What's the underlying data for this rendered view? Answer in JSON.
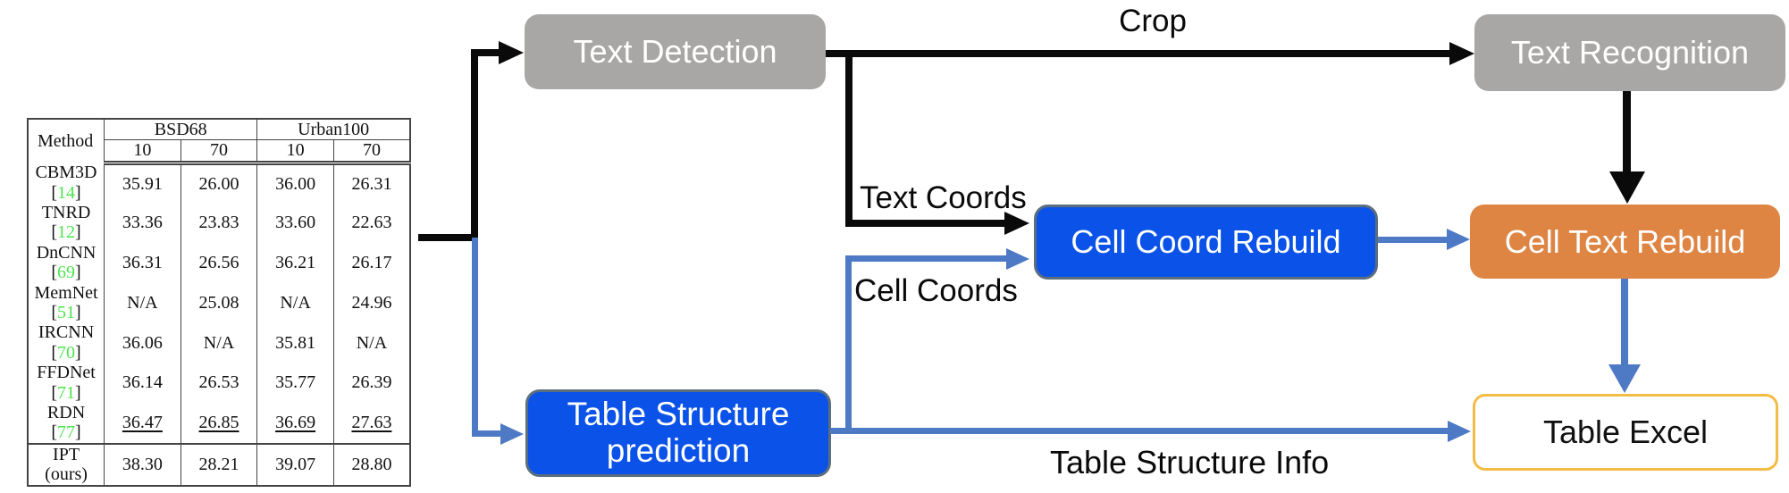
{
  "flow": {
    "boxes": {
      "text_detection": {
        "label": "Text Detection",
        "bg": "#a9a7a6",
        "text_color": "#ffffff"
      },
      "text_recognition": {
        "label": "Text Recognition",
        "bg": "#a9a7a6",
        "text_color": "#ffffff"
      },
      "cell_coord_rebuild": {
        "label": "Cell Coord Rebuild",
        "bg": "#0b52e8",
        "text_color": "#ffffff"
      },
      "cell_text_rebuild": {
        "label": "Cell Text Rebuild",
        "bg": "#de8544",
        "text_color": "#ffffff"
      },
      "table_structure_prediction": {
        "label_line1": "Table Structure",
        "label_line2": "prediction",
        "bg": "#0b52e8",
        "text_color": "#ffffff"
      },
      "table_excel": {
        "label": "Table Excel",
        "bg": "#ffffff",
        "border_color": "#f2bc45",
        "text_color": "#111111"
      }
    },
    "edge_labels": {
      "crop": "Crop",
      "text_coords": "Text Coords",
      "cell_coords": "Cell Coords",
      "table_structure_info": "Table Structure Info"
    },
    "arrow_colors": {
      "black": "#0a0a0a",
      "blue": "#4e79c4"
    }
  },
  "results_table": {
    "method_header": "Method",
    "col_groups": [
      "BSD68",
      "Urban100"
    ],
    "sub_headers": [
      "10",
      "70",
      "10",
      "70"
    ],
    "ref_color": "#4ce44c",
    "rows": [
      {
        "method": "CBM3D",
        "ref": "14",
        "values": [
          "35.91",
          "26.00",
          "36.00",
          "26.31"
        ]
      },
      {
        "method": "TNRD",
        "ref": "12",
        "values": [
          "33.36",
          "23.83",
          "33.60",
          "22.63"
        ]
      },
      {
        "method": "DnCNN",
        "ref": "69",
        "values": [
          "36.31",
          "26.56",
          "36.21",
          "26.17"
        ]
      },
      {
        "method": "MemNet",
        "ref": "51",
        "values": [
          "N/A",
          "25.08",
          "N/A",
          "24.96"
        ]
      },
      {
        "method": "IRCNN",
        "ref": "70",
        "values": [
          "36.06",
          "N/A",
          "35.81",
          "N/A"
        ]
      },
      {
        "method": "FFDNet",
        "ref": "71",
        "values": [
          "36.14",
          "26.53",
          "35.77",
          "26.39"
        ]
      },
      {
        "method": "RDN",
        "ref": "77",
        "values": [
          "36.47",
          "26.85",
          "36.69",
          "27.63"
        ],
        "underline": true
      },
      {
        "method": "IPT (ours)",
        "ref": null,
        "values": [
          "38.30",
          "28.21",
          "39.07",
          "28.80"
        ],
        "bold": true,
        "separator_above": true
      }
    ]
  }
}
